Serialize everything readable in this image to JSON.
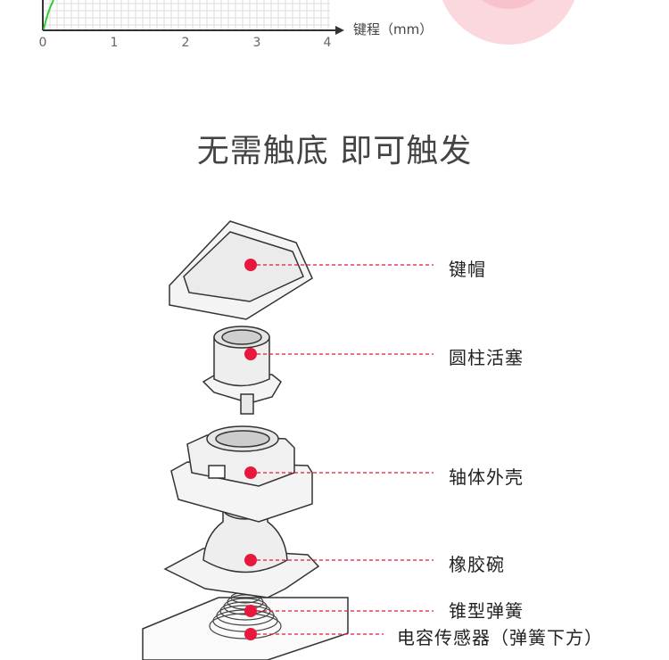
{
  "chart": {
    "x_ticks": [
      "0",
      "1",
      "2",
      "3",
      "4"
    ],
    "x_axis_label": "键程（mm）"
  },
  "title": "无需触底 即可触发",
  "components": [
    {
      "label": "键帽"
    },
    {
      "label": "圆柱活塞"
    },
    {
      "label": "轴体外壳"
    },
    {
      "label": "橡胶碗"
    },
    {
      "label": "锥型弹簧"
    },
    {
      "label": "电容传感器（弹簧下方）"
    }
  ],
  "colors": {
    "accent": "#e8173c",
    "curve": "#33cc33",
    "line": "#555555",
    "pink": "#fbd7de"
  }
}
